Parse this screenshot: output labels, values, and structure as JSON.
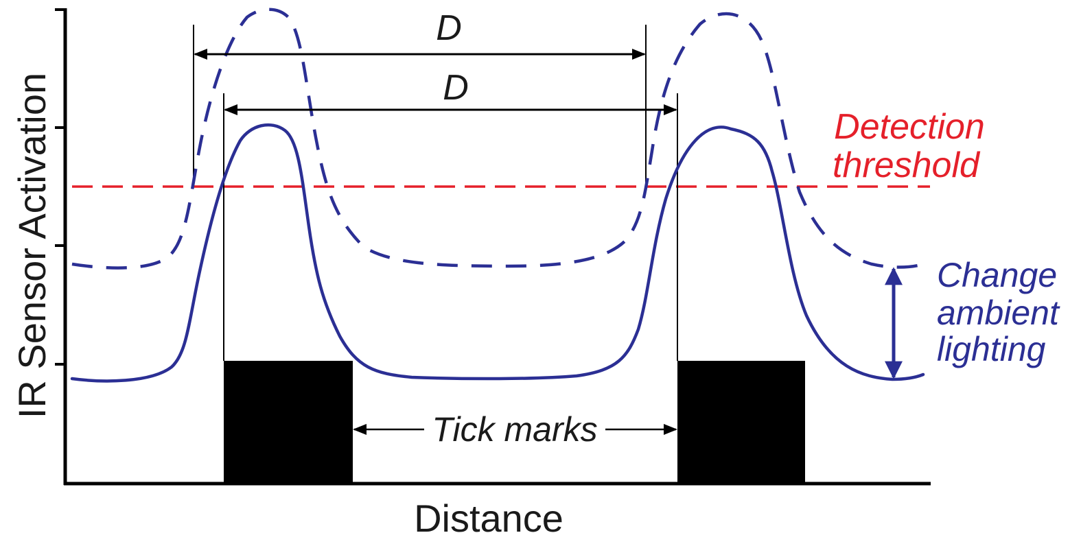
{
  "axes": {
    "ylabel": "IR Sensor Activation",
    "xlabel": "Distance"
  },
  "labels": {
    "d_upper": "D",
    "d_lower": "D",
    "threshold_line1": "Detection",
    "threshold_line2": "threshold",
    "ambient_line1": "Change",
    "ambient_line2": "ambient",
    "ambient_line3": "lighting",
    "tick_marks": "Tick marks"
  },
  "colors": {
    "curve": "#2b2f94",
    "threshold": "#e5202a",
    "axis": "#000000",
    "tick_block": "#000000",
    "text": "#1a1a1a"
  }
}
